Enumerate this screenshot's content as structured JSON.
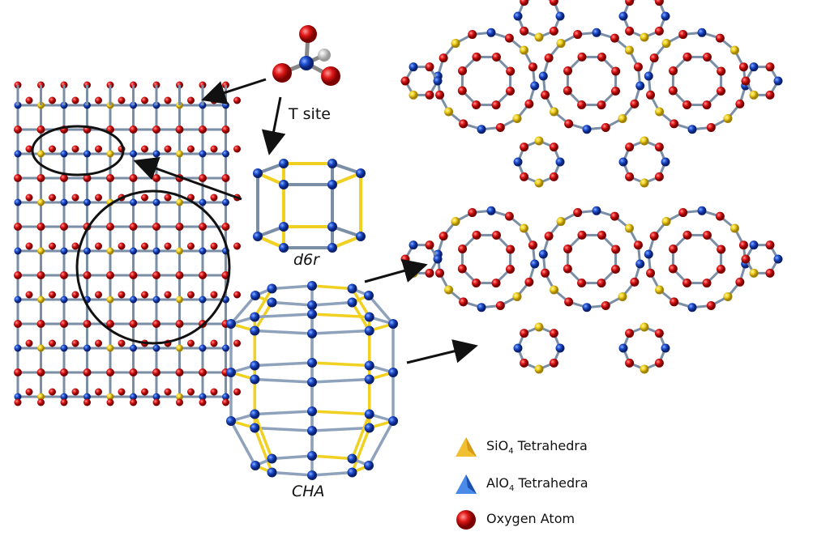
{
  "labels": {
    "t_site": "T site",
    "d6r": "d6r",
    "cha": "CHA"
  },
  "legend": [
    {
      "name": "SiO",
      "sub": "4",
      "rest": " Tetrahedra",
      "icon": "yellow-tetrahedron-icon",
      "color": "#e8b830"
    },
    {
      "name": "AlO",
      "sub": "4",
      "rest": " Tetrahedra",
      "icon": "blue-tetrahedron-icon",
      "color": "#2f6fd6"
    },
    {
      "name": "Oxygen Atom",
      "sub": "",
      "rest": "",
      "icon": "red-sphere-icon",
      "color": "#e01818"
    }
  ],
  "colors": {
    "oxygen": "#e01818",
    "aluminum": "#1e4fd0",
    "silicon": "#f0d020",
    "bond": "#7a8ea6"
  }
}
